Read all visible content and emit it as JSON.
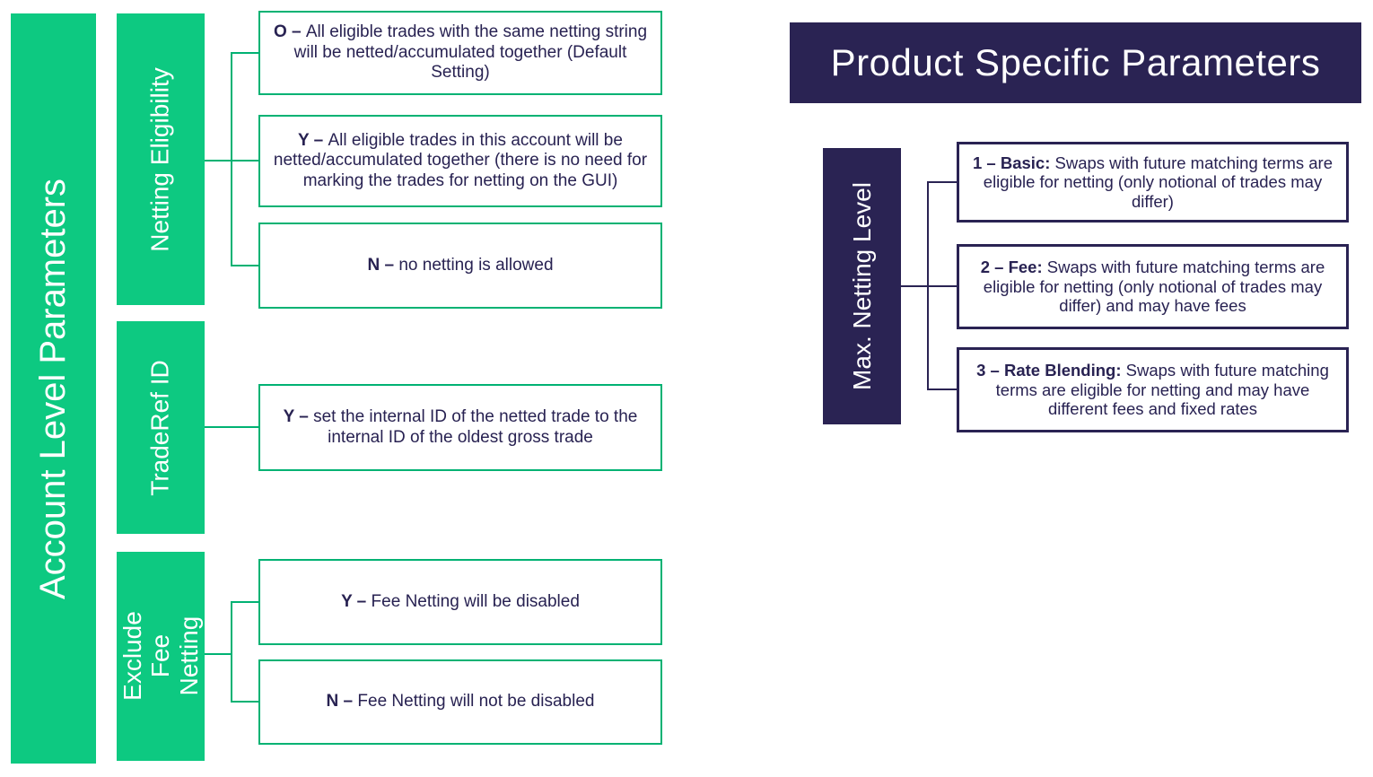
{
  "colors": {
    "green_fill": "#0dc981",
    "green_line": "#00b273",
    "navy_fill": "#2a2353",
    "text_navy": "#282252",
    "white": "#ffffff"
  },
  "left_panel": {
    "title": "Account Level Parameters",
    "groups": [
      {
        "label": "Netting Eligibility",
        "options": [
          {
            "prefix": "O – ",
            "text": "All eligible trades with the same netting string will be netted/accumulated together (Default Setting)"
          },
          {
            "prefix": "Y – ",
            "text": "All eligible trades in this account will be netted/accumulated together (there is no need for marking the trades for netting on the GUI)"
          },
          {
            "prefix": "N – ",
            "text": "no netting is allowed"
          }
        ]
      },
      {
        "label": "TradeRef ID",
        "options": [
          {
            "prefix": "Y – ",
            "text": "set the internal ID of the netted trade to the internal ID of the oldest gross trade"
          }
        ]
      },
      {
        "label": "Exclude Fee Netting",
        "options": [
          {
            "prefix": "Y – ",
            "text": "Fee Netting will be disabled"
          },
          {
            "prefix": "N – ",
            "text": "Fee Netting will not be disabled"
          }
        ]
      }
    ]
  },
  "right_panel": {
    "title": "Product Specific Parameters",
    "group_label": "Max. Netting Level",
    "options": [
      {
        "prefix": "1 – Basic: ",
        "text": "Swaps with future matching terms are eligible for netting (only notional of trades may differ)"
      },
      {
        "prefix": "2 – Fee: ",
        "text": "Swaps with future matching terms are eligible for netting (only notional of trades may differ) and may have fees"
      },
      {
        "prefix": "3 – Rate Blending: ",
        "text": "Swaps with future matching terms are eligible for netting and may have different fees and fixed rates"
      }
    ]
  }
}
